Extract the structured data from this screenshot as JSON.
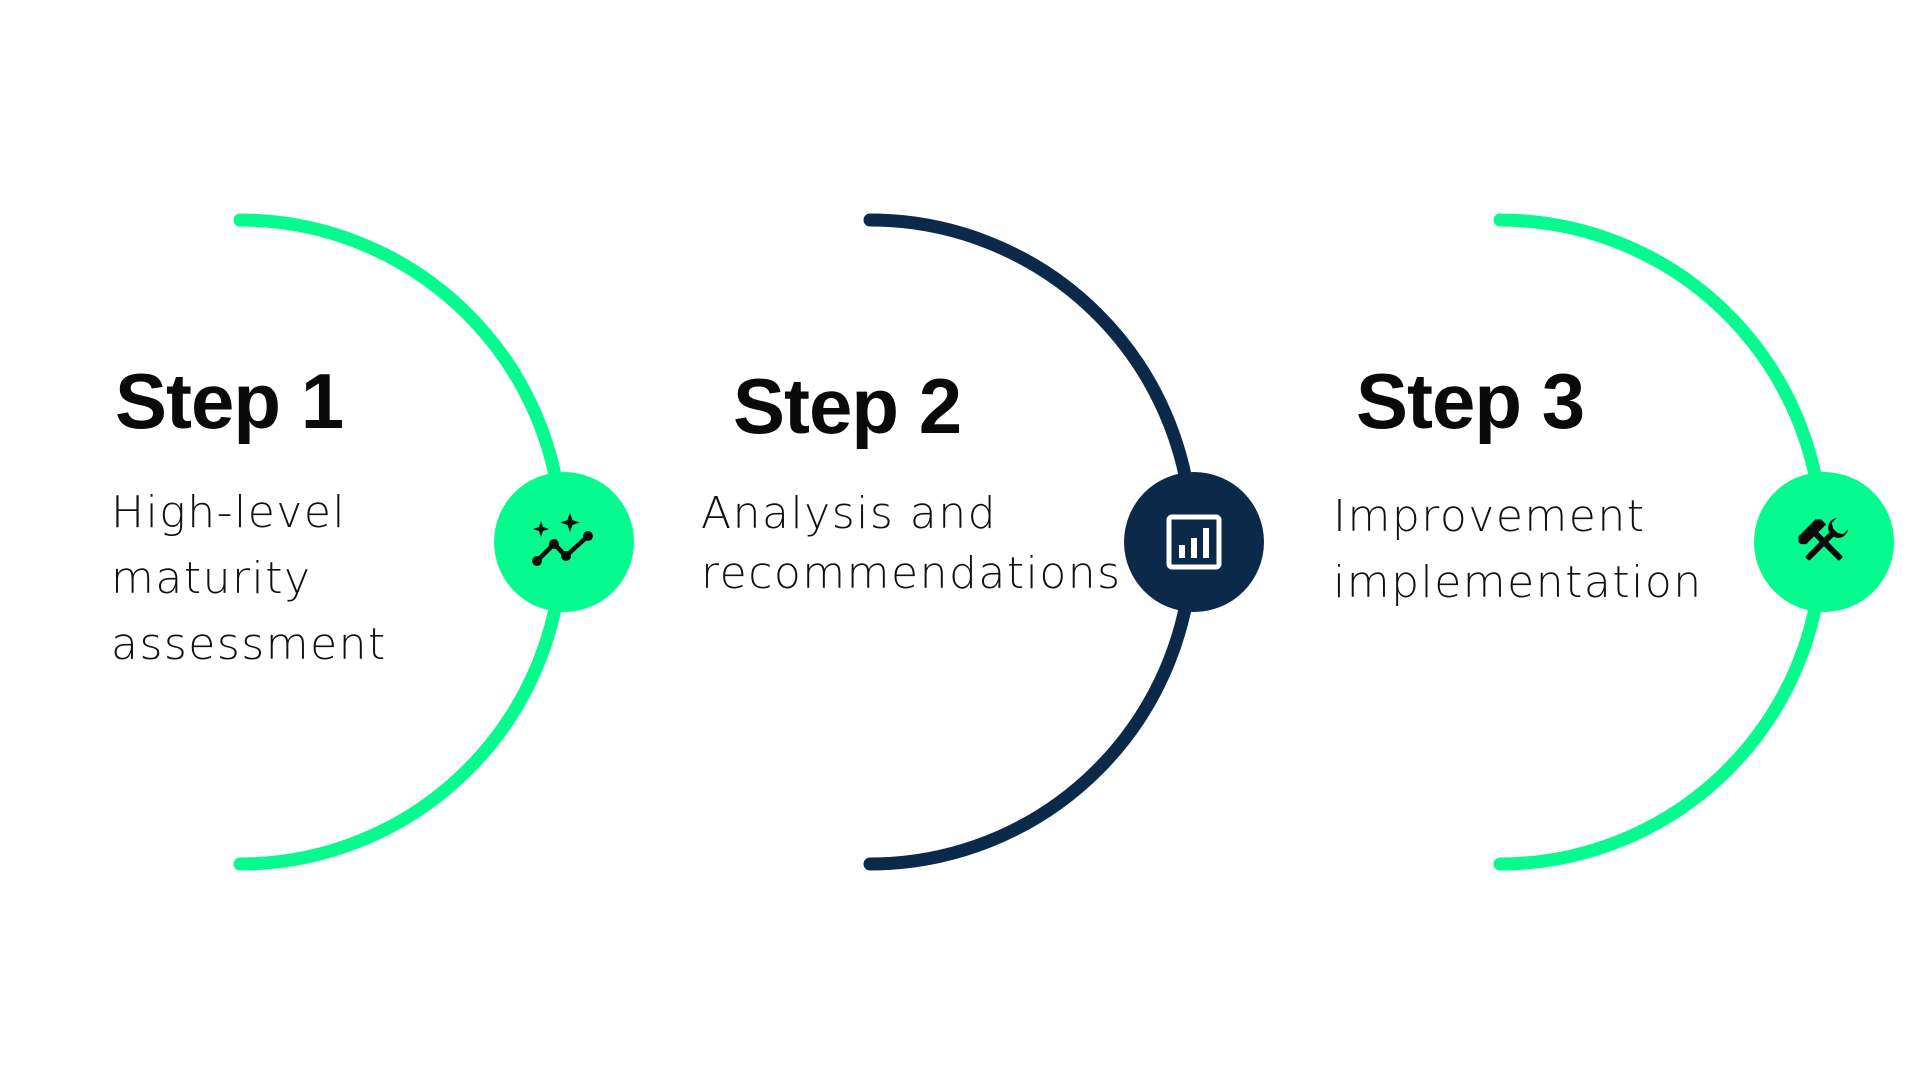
{
  "colors": {
    "green": "#06fb8f",
    "navy": "#0b2a4a",
    "text": "#0a0a0a",
    "icon_dark": "#0a0a0a",
    "icon_light": "#ffffff"
  },
  "steps": [
    {
      "title": "Step 1",
      "description": [
        "High-level",
        "maturity",
        "assessment"
      ],
      "icon": "sparkle-trend-icon",
      "color": "#06fb8f"
    },
    {
      "title": "Step 2",
      "description": [
        "Analysis and",
        "recommendations"
      ],
      "icon": "bar-chart-icon",
      "color": "#0b2a4a"
    },
    {
      "title": "Step 3",
      "description": [
        "Improvement",
        "implementation"
      ],
      "icon": "hammer-wrench-icon",
      "color": "#06fb8f"
    }
  ]
}
